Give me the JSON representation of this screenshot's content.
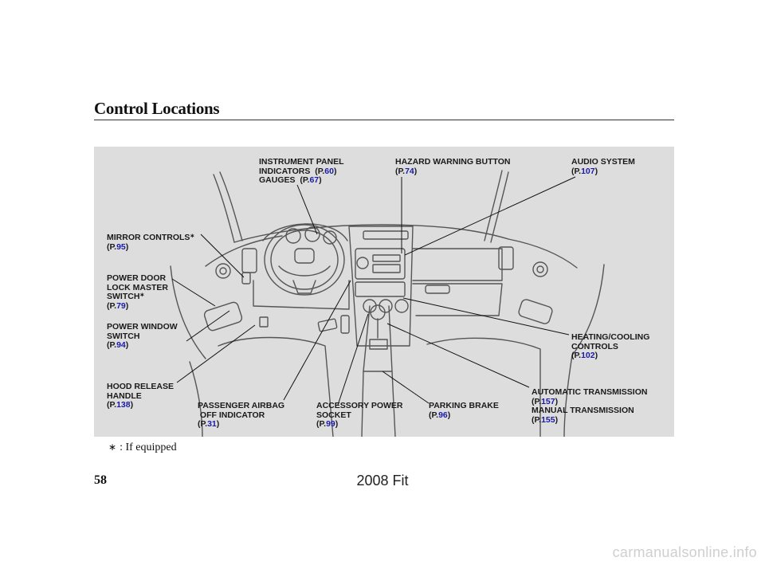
{
  "page_title": "Control Locations",
  "callouts": {
    "instrument_panel": {
      "line1": "INSTRUMENT PANEL",
      "line2": "INDICATORS",
      "page1": "60",
      "line3": "GAUGES",
      "page2": "67"
    },
    "hazard": {
      "label": "HAZARD WARNING BUTTON",
      "page": "74"
    },
    "audio": {
      "label": "AUDIO SYSTEM",
      "page": "107"
    },
    "mirror": {
      "label": "MIRROR CONTROLS",
      "page": "95"
    },
    "power_door": {
      "line1": "POWER DOOR",
      "line2": "LOCK MASTER",
      "line3": "SWITCH",
      "page": "79"
    },
    "power_window": {
      "line1": "POWER WINDOW",
      "line2": "SWITCH",
      "page": "94"
    },
    "heating": {
      "line1": "HEATING/COOLING",
      "line2": "CONTROLS",
      "page": "102"
    },
    "hood": {
      "line1": "HOOD RELEASE",
      "line2": "HANDLE",
      "page": "138"
    },
    "airbag": {
      "line1": "PASSENGER AIRBAG",
      "line2": "OFF INDICATOR",
      "page": "31"
    },
    "accessory": {
      "line1": "ACCESSORY POWER",
      "line2": "SOCKET",
      "page": "99"
    },
    "parking": {
      "label": "PARKING BRAKE",
      "page": "96"
    },
    "transmission": {
      "line1": "AUTOMATIC TRANSMISSION",
      "page1": "157",
      "line2": "MANUAL TRANSMISSION",
      "page2": "155"
    }
  },
  "page_prefix": "(P.",
  "page_suffix": ")",
  "equipped_mark": "∗",
  "note": {
    "symbol": "∗",
    "text": ":  If equipped"
  },
  "page_number": "58",
  "footer": "2008  Fit",
  "watermark": "carmanualsonline.info",
  "colors": {
    "page_ref": "#1a1aa8",
    "figure_bg": "#dddddd"
  }
}
